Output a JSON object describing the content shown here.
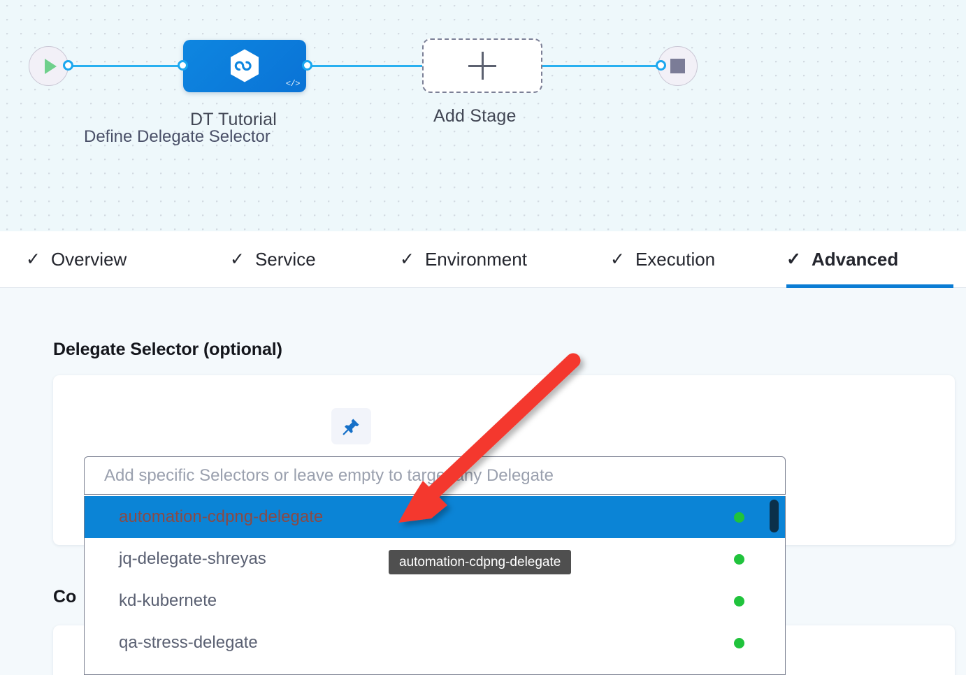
{
  "pipeline": {
    "start_node": {
      "icon": "play-icon"
    },
    "end_node": {
      "icon": "stop-icon"
    },
    "stage": {
      "label": "DT Tutorial",
      "icon": "deployment-hexagon-icon",
      "badge_icon": "code-icon",
      "badge_text": "</>"
    },
    "add_stage": {
      "label": "Add Stage",
      "icon": "plus-icon"
    }
  },
  "tabs": [
    {
      "label": "Overview",
      "check": "✓",
      "active": false
    },
    {
      "label": "Service",
      "check": "✓",
      "active": false
    },
    {
      "label": "Environment",
      "check": "✓",
      "active": false
    },
    {
      "label": "Execution",
      "check": "✓",
      "active": false
    },
    {
      "label": "Advanced",
      "check": "✓",
      "active": true
    }
  ],
  "sections": {
    "delegate_selector": {
      "title": "Delegate Selector (optional)",
      "field_label": "Define Delegate Selector",
      "pin_icon": "pin-icon"
    },
    "conditional": {
      "title": "Co"
    }
  },
  "combobox": {
    "placeholder": "Add specific Selectors or leave empty to target any Delegate",
    "value": "",
    "options": [
      {
        "label": "automation-cdpng-delegate",
        "status": "connected",
        "selected": true
      },
      {
        "label": "jq-delegate-shreyas",
        "status": "connected",
        "selected": false
      },
      {
        "label": "kd-kubernete",
        "status": "connected",
        "selected": false
      },
      {
        "label": "qa-stress-delegate",
        "status": "connected",
        "selected": false
      }
    ]
  },
  "tooltip": {
    "text": "automation-cdpng-delegate"
  },
  "annotation": {
    "arrow_color": "#f4392f"
  },
  "colors": {
    "accent_blue": "#0b7cd4",
    "canvas_bg": "#eef8fb",
    "body_bg": "#f4f9fc",
    "status_green": "#20c33c",
    "tooltip_bg": "#4f4f4f"
  }
}
